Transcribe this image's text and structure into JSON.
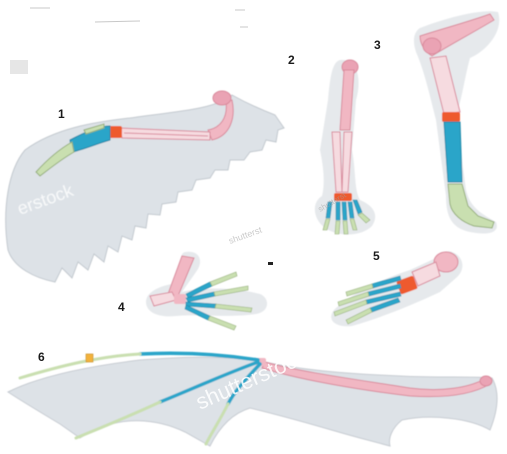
{
  "labels": {
    "n1": "1",
    "n2": "2",
    "n3": "3",
    "n4": "4",
    "n5": "5",
    "n6": "6"
  },
  "watermarks": {
    "w1": "erstock",
    "w2": "shutterst",
    "w3": "shutterstock",
    "w4": "shutterst"
  },
  "colors": {
    "upper_bone": "#f1b7c3",
    "upper_bone_dark": "#d98a9c",
    "mid_bone": "#f6dbe0",
    "carpal": "#ee5a2f",
    "metacarpal": "#2aa5c9",
    "phalanx": "#c9dfb0",
    "membrane": "#dde2e7",
    "outline": "#7a8088"
  }
}
